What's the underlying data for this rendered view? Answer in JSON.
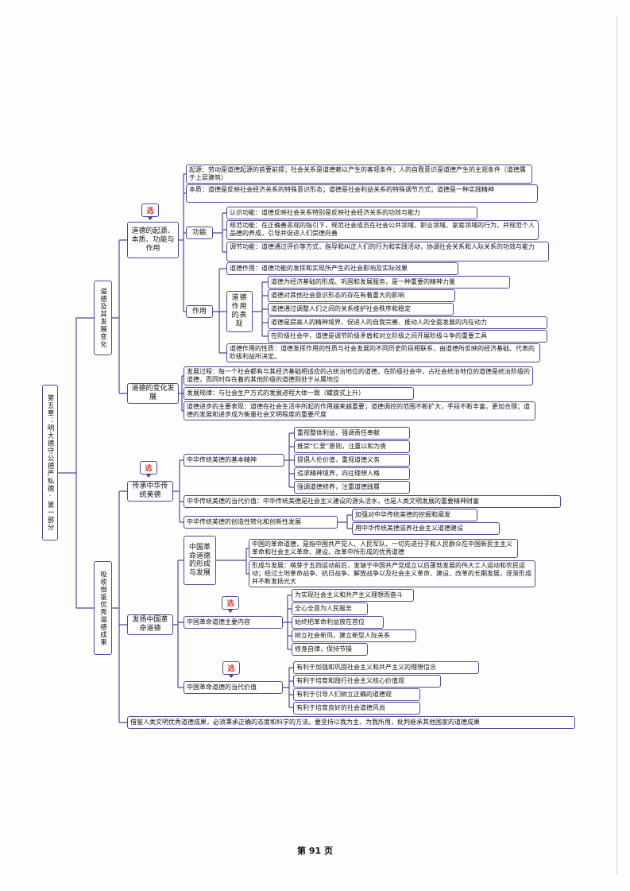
{
  "chapter": {
    "title": "第五章：明大德守公德严私德·第一部分"
  },
  "sec1": {
    "title": "道德及其发展变化",
    "origin": {
      "title": "道德的起源、本质、功能与作用",
      "badge": "选",
      "qiyuan": "起源：劳动是道德起源的首要前提；社会关系是道德赖以产生的客观条件；人的自我意识是道德产生的主观条件（道德属于上层建筑）",
      "benzhi": "本质：道德是反映社会经济关系的特殊意识形态；道德是社会利益关系的特殊调节方式；道德是一种实践精神",
      "gongneng": {
        "label": "功能",
        "items": [
          "认识功能：道德反映社会关系特别是反映社会经济关系的功效与能力",
          "规范功能：在正确善恶观的指引下，规范社会成员在社会公共领域、职业领域、家庭领域的行为，并规范个人品德的养成，引导并促进人们崇德向善",
          "调节功能：道德通过评价等方式，指导和纠正人们的行为和实践活动，协调社会关系和人际关系的功效与能力"
        ]
      },
      "zuoyong": {
        "label": "作用",
        "def": "道德作用：道德功能的发挥和实现所产生的社会影响及实际效果",
        "sub_label": "道德作用的表现",
        "items": [
          "道德为经济基础的形成、巩固和发展服务，是一种重要的精神力量",
          "道德对其他社会意识形态的存在有着重大的影响",
          "道德通过调整人们之间的关系维护社会秩序和稳定",
          "道德是提高人的精神境界、促进人的自我完善、推动人的全面发展的内在动力",
          "在阶级社会中，道德是调节阶级矛盾和对立阶级之间开展阶级斗争的重要工具"
        ],
        "nature": "道德作用的性质：道德发挥作用的性质与社会发展的不同历史阶段相联系，由道德所反映的经济基础、代表的阶级利益所决定。"
      }
    },
    "change": {
      "title": "道德的变化发展",
      "items": [
        "发展过程：每一个社会都有与其经济基础相适应的占统治地位的道德，在阶级社会中，占社会统治地位的道德是统治阶级的道德，而同时存在着的其他阶级的道德则处于从属地位",
        "发展规律：与社会生产方式的发展进程大体一致（螺旋式上升）",
        "道德进步的主要表现：道德在社会生活中所起的作用越来越重要；道德调控的范围不断扩大，手段不断丰富，更加合理；道德的发展和进步成为衡量社会文明程度的重要尺度"
      ]
    }
  },
  "sec2": {
    "title": "吸收借鉴优秀道德成果",
    "trad": {
      "title": "传承中华传统美德",
      "badge": "选",
      "spirit": {
        "label": "中华传统美德的基本精神",
        "items": [
          "重视整体利益，强调责任奉献",
          "推崇“仁爱”原则，注重以和为贵",
          "提倡人伦价值，重视道德义务",
          "追求精神境界，向往理想人格",
          "强调道德修养，注重道德践履"
        ]
      },
      "value": "中华传统美德的当代价值：中华传统美德是社会主义建设的源头活水，也是人类文明发展的重要精神财富",
      "transform": {
        "label": "中华传统美德的创造性转化和创新性发展",
        "items": [
          "加强对中华传统美德的挖掘和阐发",
          "用中华传统美德滋养社会主义道德建设"
        ]
      }
    },
    "rev": {
      "title": "发扬中国革命道德",
      "form": {
        "label": "中国革命道德的形成与发展",
        "items": [
          "中国的革命道德，是指中国共产党人、人民军队、一切先进分子和人民群众在中国新民主主义革命和社会主义革命、建设、改革中所形成的优秀道德",
          "形成与发展：萌芽于五四运动前后，发端于中国共产党成立以后蓬勃发展的伟大工人运动和农民运动；经过土地革命战争、抗日战争、解放战争以及社会主义革命、建设、改革的长期发展，逐渐形成并不断发扬光大"
        ]
      },
      "content": {
        "label": "中国革命道德主要内容",
        "badge": "选",
        "items": [
          "为实现社会主义和共产主义理想而奋斗",
          "全心全意为人民服务",
          "始终把革命利益放在首位",
          "树立社会新风，建立新型人际关系",
          "修身自律，保持节操"
        ]
      },
      "value": {
        "label": "中国革命道德的当代价值",
        "badge": "选",
        "items": [
          "有利于加强和巩固社会主义和共产主义的理想信念",
          "有利于培育和践行社会主义核心价值观",
          "有利于引导人们树立正确的道德观",
          "有利于培育良好的社会道德风尚"
        ]
      }
    },
    "borrow": "借鉴人类文明优秀道德成果，必须秉承正确的态度和科学的方法。要坚持以我为主、为我所用，批判继承其他国家的道德成果"
  },
  "footer": {
    "page": "第 91 页"
  }
}
